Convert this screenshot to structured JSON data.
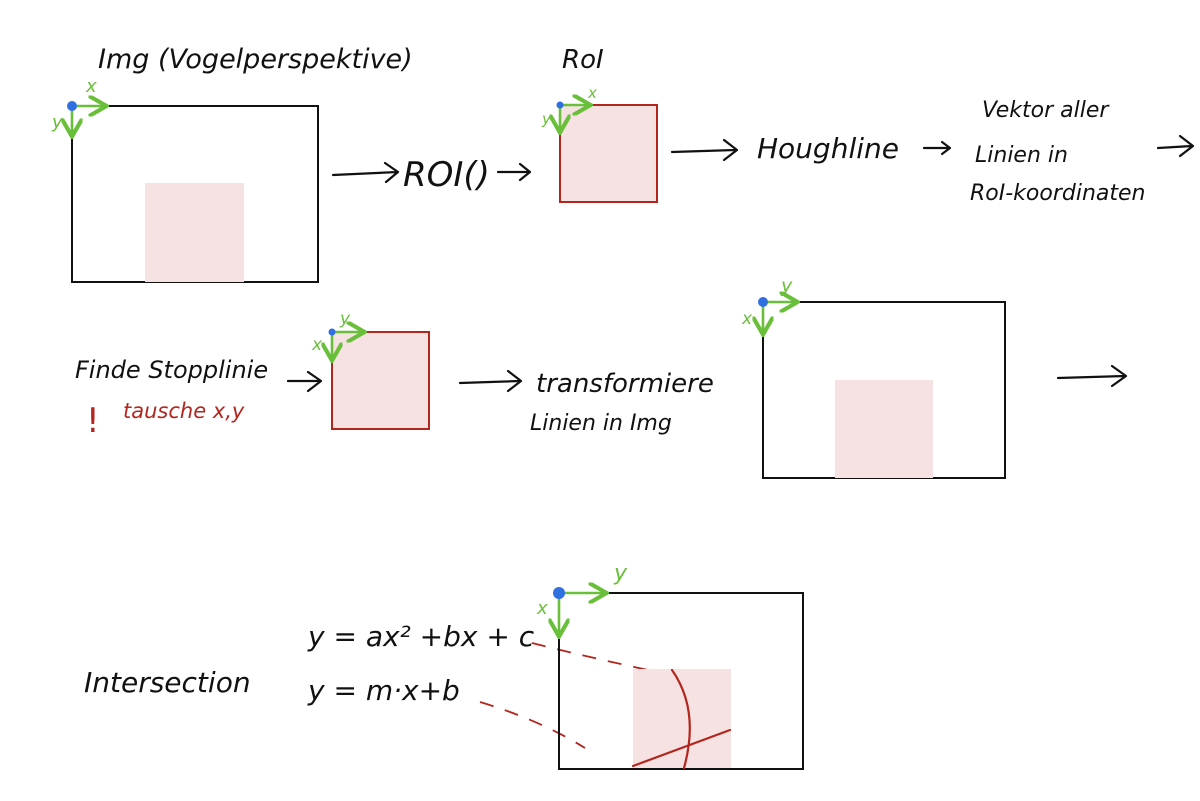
{
  "row1": {
    "img_label": "Img (Vogelperspektive)",
    "roi_func": "ROI()",
    "roi_label": "RoI",
    "houghline": "Houghline",
    "vector_lines": [
      "Vektor aller",
      "Linien in",
      "RoI-koordinaten"
    ]
  },
  "row2": {
    "find_stopline": "Finde Stopplinie",
    "warning_mark": "!",
    "swap_xy": "tausche x,y",
    "transform": [
      "transformiere",
      "Linien in Img"
    ]
  },
  "row3": {
    "intersection": "Intersection",
    "eq_parabola": "y = ax² +bx + c",
    "eq_line": "y = m·x+b"
  },
  "axis_labels": {
    "x": "x",
    "y": "y"
  },
  "colors": {
    "axis": "#6abf3a",
    "origin": "#2f6fe0",
    "roi": "#b3261e",
    "roi_fill": "#f6e2e2"
  }
}
